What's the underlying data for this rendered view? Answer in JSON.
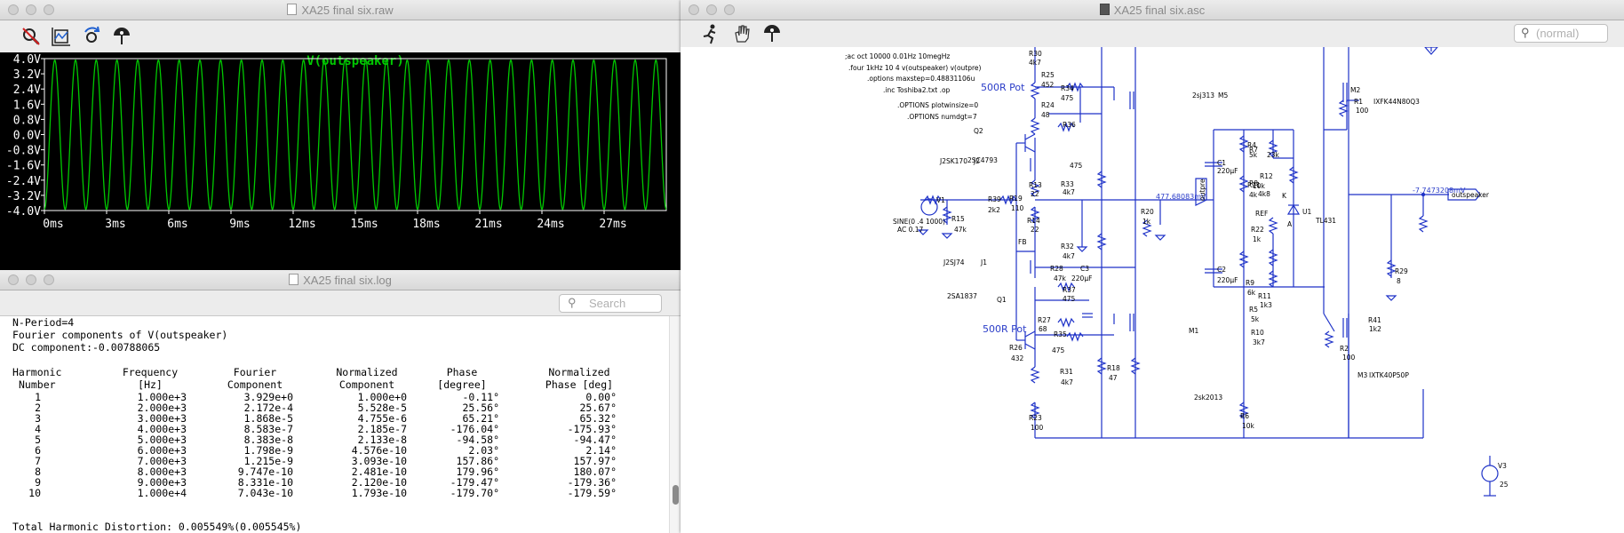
{
  "waveform_window": {
    "title": "XA25 final six.raw",
    "trace_label": "V(outspeaker)",
    "y_ticks": [
      "4.0V",
      "3.2V",
      "2.4V",
      "1.6V",
      "0.8V",
      "0.0V",
      "-0.8V",
      "-1.6V",
      "-2.4V",
      "-3.2V",
      "-4.0V"
    ],
    "x_ticks": [
      "0ms",
      "3ms",
      "6ms",
      "9ms",
      "12ms",
      "15ms",
      "18ms",
      "21ms",
      "24ms",
      "27ms"
    ],
    "toolbar_icons": [
      "zoom-cancel-icon",
      "autorange-icon",
      "undo-zoom-icon",
      "probe-icon"
    ],
    "colors": {
      "trace": "#00c800",
      "axes": "#ffffff",
      "background": "#000000"
    }
  },
  "chart_data": {
    "type": "line",
    "title": "V(outspeaker)",
    "xlabel": "",
    "ylabel": "",
    "x_unit": "ms",
    "xlim": [
      0,
      30
    ],
    "ylim": [
      -4.0,
      4.0
    ],
    "grid": false,
    "series": [
      {
        "name": "V(outspeaker)",
        "frequency_hz": 1000,
        "amplitude_v": 3.929,
        "offset_v": -0.00788065,
        "color": "#00c800"
      }
    ]
  },
  "log_window": {
    "title": "XA25 final six.log",
    "search_placeholder": "Search",
    "lines": [
      "N-Period=4",
      "Fourier components of V(outspeaker)",
      "DC component:-0.00788065"
    ],
    "headers": {
      "harmonic": [
        "Harmonic",
        "Number"
      ],
      "frequency": [
        "Frequency",
        "[Hz]"
      ],
      "fourier": [
        "Fourier",
        "Component"
      ],
      "normalized": [
        "Normalized",
        "Component"
      ],
      "phase": [
        "Phase",
        "[degree]"
      ],
      "norm_phase": [
        "Normalized",
        "Phase [deg]"
      ]
    },
    "rows": [
      [
        "1",
        "1.000e+3",
        "3.929e+0",
        "1.000e+0",
        "-0.11°",
        "0.00°"
      ],
      [
        "2",
        "2.000e+3",
        "2.172e-4",
        "5.528e-5",
        "25.56°",
        "25.67°"
      ],
      [
        "3",
        "3.000e+3",
        "1.868e-5",
        "4.755e-6",
        "65.21°",
        "65.32°"
      ],
      [
        "4",
        "4.000e+3",
        "8.583e-7",
        "2.185e-7",
        "-176.04°",
        "-175.93°"
      ],
      [
        "5",
        "5.000e+3",
        "8.383e-8",
        "2.133e-8",
        "-94.58°",
        "-94.47°"
      ],
      [
        "6",
        "6.000e+3",
        "1.798e-9",
        "4.576e-10",
        "2.03°",
        "2.14°"
      ],
      [
        "7",
        "7.000e+3",
        "1.215e-9",
        "3.093e-10",
        "157.86°",
        "157.97°"
      ],
      [
        "8",
        "8.000e+3",
        "9.747e-10",
        "2.481e-10",
        "179.96°",
        "180.07°"
      ],
      [
        "9",
        "9.000e+3",
        "8.331e-10",
        "2.120e-10",
        "-179.47°",
        "-179.36°"
      ],
      [
        "10",
        "1.000e+4",
        "7.043e-10",
        "1.793e-10",
        "-179.70°",
        "-179.59°"
      ]
    ],
    "thd": "Total Harmonic Distortion: 0.005549%(0.005545%)"
  },
  "schematic_window": {
    "title": "XA25 final six.asc",
    "search_placeholder": "(normal)",
    "toolbar_icons": [
      "run-icon",
      "halt-icon",
      "probe-icon"
    ],
    "directives": [
      ";ac oct 10000 0.01Hz 10megHz",
      ".four 1kHz 10 4 v(outspeaker) v(outpre)",
      ".options maxstep=0.48831106u",
      ".inc Toshiba2.txt   .op",
      ".OPTIONS plotwinsize=0",
      ".OPTIONS numdgt=7"
    ],
    "pot_labels": [
      "500R Pot",
      "500R Pot"
    ],
    "node_voltages": [
      "477.68083mV",
      "-7.7473208mV"
    ],
    "net_labels": [
      "outpre",
      "outspeaker"
    ],
    "source_v1": [
      "SINE(0 .4 1000)",
      "AC 0.17",
      "V1"
    ],
    "v3": [
      "V3",
      "25"
    ],
    "components": [
      [
        "R30",
        "4k7"
      ],
      [
        "R25",
        "452"
      ],
      [
        "R24",
        "48"
      ],
      [
        "R34",
        "475"
      ],
      [
        "2sj313",
        "M5"
      ],
      [
        "Q2",
        "2SC4793"
      ],
      [
        "R36",
        "475"
      ],
      [
        "J2SK170",
        "J2"
      ],
      [
        "R13",
        "22"
      ],
      [
        "R33",
        "4k7"
      ],
      [
        "R39",
        "2k2"
      ],
      [
        "R15",
        "47k"
      ],
      [
        "R19",
        "110"
      ],
      [
        "R20",
        "1k"
      ],
      [
        "R14",
        "22"
      ],
      [
        "R32",
        "4k7"
      ],
      [
        "FB",
        "FB"
      ],
      [
        "J2SJ74",
        "J1"
      ],
      [
        "R28",
        "47k"
      ],
      [
        "C3",
        "220µF"
      ],
      [
        "2SA1837",
        "Q1"
      ],
      [
        "R37",
        "475"
      ],
      [
        "R27",
        "68"
      ],
      [
        "M1",
        "2sk2013"
      ],
      [
        "R35",
        "475"
      ],
      [
        "R26",
        "432"
      ],
      [
        "R31",
        "4k7"
      ],
      [
        "R18",
        "47"
      ],
      [
        "R23",
        "100"
      ],
      [
        "R4",
        "5k"
      ],
      [
        "R7",
        "23k"
      ],
      [
        "C1",
        "220µF"
      ],
      [
        "R8",
        "4k8"
      ],
      [
        "R12",
        "10k"
      ],
      [
        "R21",
        "4k"
      ],
      [
        "U1",
        "TL431"
      ],
      [
        "R22",
        "1k"
      ],
      [
        "C2",
        "220µF"
      ],
      [
        "R9",
        "6k"
      ],
      [
        "R11",
        "1k3"
      ],
      [
        "R5",
        "5k"
      ],
      [
        "R10",
        "3k7"
      ],
      [
        "R6",
        "10k"
      ],
      [
        "M2",
        "IXFK44N80Q3"
      ],
      [
        "R1",
        "100"
      ],
      [
        "R29",
        "8"
      ],
      [
        "R41",
        "1k2"
      ],
      [
        "R2",
        "100"
      ],
      [
        "M3",
        "IXTK40P50P"
      ]
    ],
    "u1_pins": [
      "K",
      "REF",
      "A"
    ],
    "colors": {
      "wire": "#1e32c8",
      "label": "#000000",
      "pot_label": "#2a3cc8",
      "background": "#ffffff"
    }
  }
}
